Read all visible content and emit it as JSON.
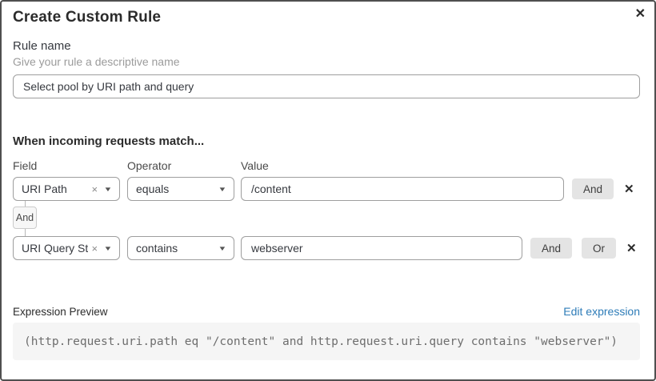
{
  "dialog": {
    "title": "Create Custom Rule"
  },
  "icons": {
    "close": "✕",
    "delete": "✕",
    "clear": "×",
    "caret": "▼"
  },
  "rule_name": {
    "label": "Rule name",
    "helper": "Give your rule a descriptive name",
    "value": "Select pool by URI path and query"
  },
  "match_builder": {
    "heading": "When incoming requests match...",
    "columns": {
      "field": "Field",
      "operator": "Operator",
      "value": "Value"
    },
    "connector": "And",
    "rows": [
      {
        "field": "URI Path",
        "operator": "equals",
        "value": "/content",
        "actions": [
          "And"
        ]
      },
      {
        "field": "URI Query St...",
        "operator": "contains",
        "value": "webserver",
        "actions": [
          "And",
          "Or"
        ]
      }
    ]
  },
  "expression_preview": {
    "label": "Expression Preview",
    "edit_link": "Edit expression",
    "expression": "(http.request.uri.path eq \"/content\" and http.request.uri.query contains \"webserver\")"
  },
  "colors": {
    "link_blue": "#2e7cb8",
    "button_gray": "#e4e4e4",
    "input_border": "#9e9e9e",
    "code_background": "#f5f5f5"
  }
}
